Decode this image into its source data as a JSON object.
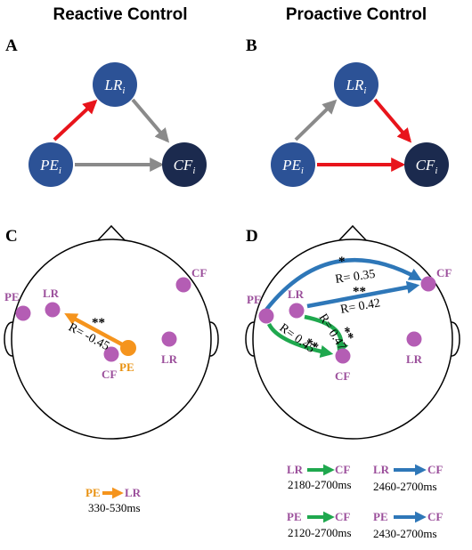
{
  "titles": {
    "reactive": "Reactive Control",
    "proactive": "Proactive Control"
  },
  "panels": {
    "a": "A",
    "b": "B",
    "c": "C",
    "d": "D"
  },
  "nodes": {
    "lr": {
      "base": "LR",
      "sub": "i"
    },
    "pe": {
      "base": "PE",
      "sub": "i"
    },
    "cf": {
      "base": "CF",
      "sub": "i"
    }
  },
  "colors": {
    "node_light": "#2c5296",
    "node_dark": "#1b2a4e",
    "arrow_gray": "#8a8a8a",
    "arrow_red": "#e8141b",
    "purple": "#b45db4",
    "orange": "#f5941d",
    "green": "#1fa84e",
    "blue": "#2e77b8"
  },
  "panel_c": {
    "labels": {
      "pe": "PE",
      "lr_top": "LR",
      "cf_top": "CF",
      "lr_bottom": "LR",
      "cf_bottom": "CF",
      "pe_orange": "PE"
    },
    "arrow": {
      "stars": "**",
      "r": "R= -0.45"
    }
  },
  "panel_d": {
    "labels": {
      "pe": "PE",
      "lr": "LR",
      "cf_top": "CF",
      "cf_bottom": "CF",
      "lr_right": "LR"
    },
    "arrows": [
      {
        "stars": "*",
        "r": "R= 0.35"
      },
      {
        "stars": "**",
        "r": "R= 0.42"
      },
      {
        "stars": "**",
        "r": "R= 0.47"
      },
      {
        "stars": "**",
        "r": "R= 0.45"
      }
    ]
  },
  "legend_c": {
    "from": "PE",
    "to": "LR",
    "time": "330-530ms"
  },
  "legend_d": [
    {
      "from": "LR",
      "to": "CF",
      "time": "2180-2700ms"
    },
    {
      "from": "LR",
      "to": "CF",
      "time": "2460-2700ms"
    },
    {
      "from": "PE",
      "to": "CF",
      "time": "2120-2700ms"
    },
    {
      "from": "PE",
      "to": "CF",
      "time": "2430-2700ms"
    }
  ]
}
